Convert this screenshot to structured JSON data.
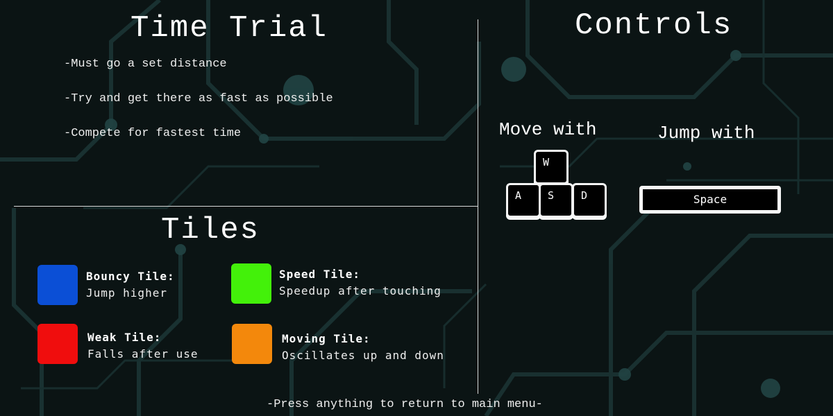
{
  "time_trial": {
    "title": "Time Trial",
    "rules": [
      "-Must go a set distance",
      "-Try and get there as fast as possible",
      "-Compete for fastest time"
    ]
  },
  "controls": {
    "title": "Controls",
    "move_label": "Move with",
    "jump_label": "Jump with",
    "keys": {
      "w": "W",
      "a": "A",
      "s": "S",
      "d": "D"
    },
    "space_label": "Space"
  },
  "tiles": {
    "title": "Tiles",
    "items": [
      {
        "name": "Bouncy Tile:",
        "desc": "Jump higher",
        "color": "#0b4fd6"
      },
      {
        "name": "Speed Tile:",
        "desc": "Speedup after touching",
        "color": "#43f10a"
      },
      {
        "name": "Weak Tile:",
        "desc": "Falls after use",
        "color": "#f00d0d"
      },
      {
        "name": "Moving Tile:",
        "desc": "Oscillates up and down",
        "color": "#f3880c"
      }
    ]
  },
  "footer": "-Press anything to return to main menu-",
  "colors": {
    "background": "#0b1414",
    "circuit": "#1d3f3f"
  }
}
